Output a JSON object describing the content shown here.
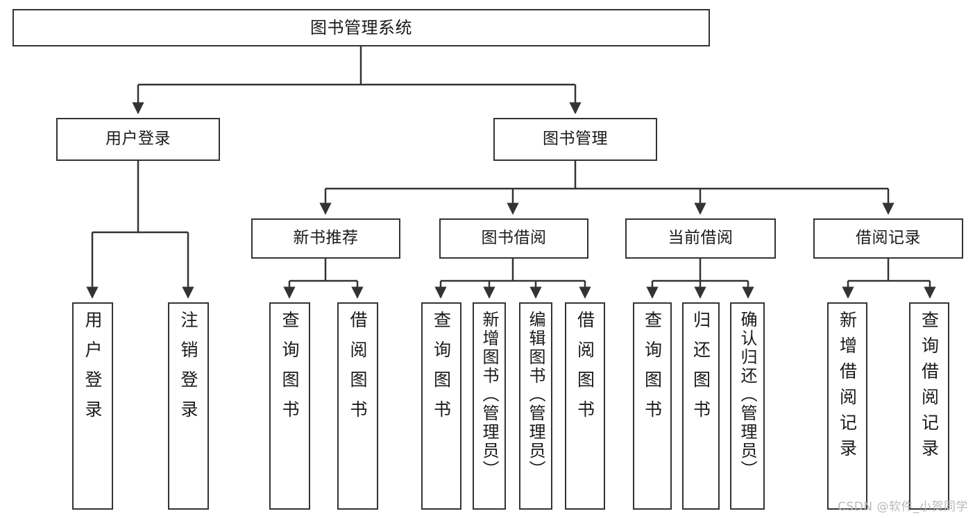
{
  "diagram": {
    "title": "图书管理系统",
    "type": "hierarchy-tree",
    "stroke_color": "#333333",
    "fill_color": "#ffffff",
    "text_color": "#1a1a1a",
    "watermark": "CSDN @软件_小贺同学",
    "levels": 4
  },
  "nodes": {
    "root": {
      "label": "图书管理系统"
    },
    "level2": [
      {
        "label": "用户登录"
      },
      {
        "label": "图书管理"
      }
    ],
    "level3": [
      {
        "label": "新书推荐"
      },
      {
        "label": "图书借阅"
      },
      {
        "label": "当前借阅"
      },
      {
        "label": "借阅记录"
      }
    ],
    "leaves": {
      "user_login": [
        {
          "label": "用户登录"
        },
        {
          "label": "注销登录"
        }
      ],
      "new_book": [
        {
          "label": "查询图书"
        },
        {
          "label": "借阅图书"
        }
      ],
      "book_borrow": [
        {
          "label": "查询图书"
        },
        {
          "label": "新增图书（管理员）"
        },
        {
          "label": "编辑图书（管理员）"
        },
        {
          "label": "借阅图书"
        }
      ],
      "current_borrow": [
        {
          "label": "查询图书"
        },
        {
          "label": "归还图书"
        },
        {
          "label": "确认归还（管理员）"
        }
      ],
      "borrow_record": [
        {
          "label": "新增借阅记录"
        },
        {
          "label": "查询借阅记录"
        }
      ]
    }
  }
}
